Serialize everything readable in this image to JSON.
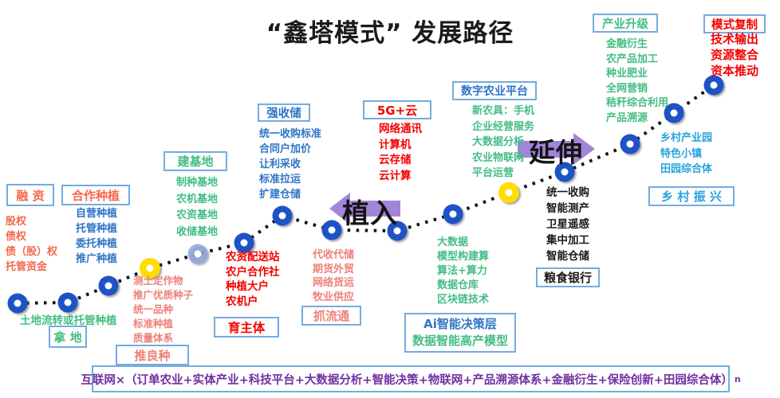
{
  "title": "“鑫塔模式” 发展路径",
  "arrows": {
    "implant": "植入",
    "extend": "延伸"
  },
  "footer": {
    "text": "互联网×（订单农业+实体产业+科技平台+大数据分析+智能决策+物联网+产品溯源体系+金融衍生+保险创新+田园综合体）",
    "superscript": "n"
  },
  "groups": {
    "financing": {
      "title": "融 资",
      "items": [
        "股权",
        "债权",
        "债（股）权",
        "托管资金"
      ]
    },
    "cooperative_planting": {
      "title": "合作种植",
      "items": [
        "自营种植",
        "托管种植",
        "委托种植",
        "推广种植"
      ]
    },
    "land": {
      "caption": "土地流转或托管种植",
      "title": "拿 地"
    },
    "build_bases": {
      "title": "建基地",
      "items": [
        "制种基地",
        "农机基地",
        "农资基地",
        "收储基地"
      ]
    },
    "promote_seeds": {
      "title": "推良种",
      "items": [
        "测土定作物",
        "推广优质种子",
        "统一品种",
        "标准种植",
        "质量体系"
      ]
    },
    "cultivate_entities": {
      "title": "育主体",
      "items": [
        "农资配送站",
        "农户合作社",
        "种植大户",
        "农机户"
      ]
    },
    "strengthen_storage": {
      "title": "强收储",
      "items": [
        "统一收购标准",
        "合同户加价",
        "让利采收",
        "标准拉运",
        "扩建仓储"
      ]
    },
    "grasp_logistics": {
      "title": "抓流通",
      "items": [
        "代收代储",
        "期货外贸",
        "网络货运",
        "牧业供应"
      ]
    },
    "g5_cloud": {
      "title": "5G+云",
      "items": [
        "网络通讯",
        "计算机",
        "云存储",
        "云计算"
      ]
    },
    "digital_platform": {
      "title": "数字农业平台",
      "items": [
        "新农具：手机",
        "企业经营服务",
        "大数据分析",
        "农业物联网",
        "平台运营"
      ]
    },
    "ai_layer": {
      "title_line1": "Ai智能决策层",
      "title_line2": "数据智能高产模型",
      "items": [
        "大数据",
        "模型构建算",
        "算法+算力",
        "数据仓库",
        "区块链技术"
      ]
    },
    "grain_bank": {
      "title": "粮食银行",
      "items": [
        "统一收购",
        "智能测产",
        "卫星遥感",
        "集中加工",
        "智能仓储"
      ]
    },
    "industry_upgrade": {
      "title": "产业升级",
      "items": [
        "金融衍生",
        "农产品加工",
        "种业肥业",
        "全网营销",
        "秸秆综合利用",
        "产品溯源"
      ]
    },
    "model_replication": {
      "title": "模式复制",
      "items": [
        "技术输出",
        "资源整合",
        "资本推动"
      ]
    },
    "rural_revitalization": {
      "title": "乡 村 振 兴",
      "items": [
        "乡村产业园",
        "特色小镇",
        "田园综合体"
      ]
    }
  },
  "colors": {
    "box_border": "#74ACDF",
    "node_blue": "#1D53C4",
    "node_yellow": "#FFDD00",
    "node_lightblue": "#8FA9DC",
    "node_hole": "#FFFFFF",
    "dotted_line": "#111111",
    "arrow_purple": "#A285D8",
    "text_salmon": "#F4694C",
    "text_pink": "#EE8078",
    "text_red": "#F40000",
    "text_blue": "#2E74C6",
    "text_light_blue": "#29A3DC",
    "text_green": "#43BD84",
    "text_black": "#1A1A1A",
    "text_purple": "#7030A0"
  }
}
